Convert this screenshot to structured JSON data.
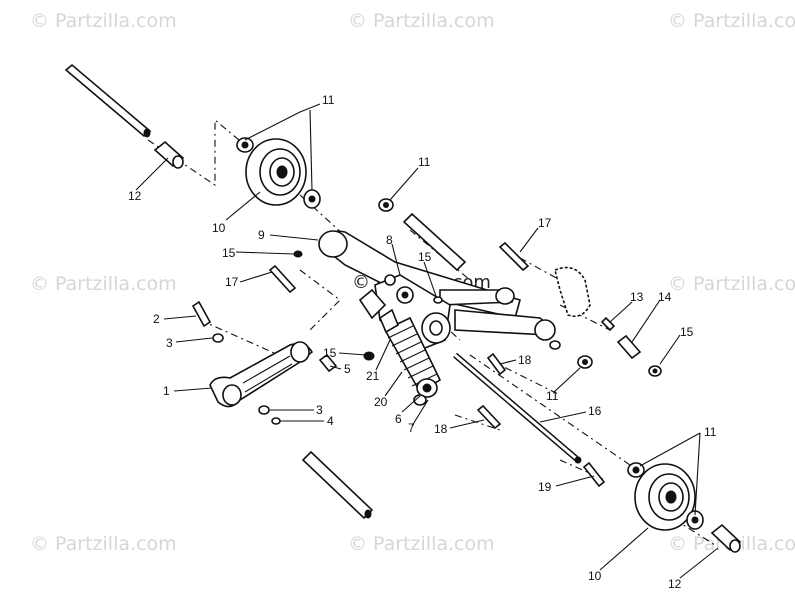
{
  "watermark": {
    "text": "© Partzilla.com",
    "text_cut": "© Partzilla.co",
    "center_text": "© Partzilla.com"
  },
  "callouts": {
    "c11a": "11",
    "c12a": "12",
    "c10a": "10",
    "c11b": "11",
    "c9": "9",
    "c15a": "15",
    "c8": "8",
    "c15b": "15",
    "c17a": "17",
    "c17b": "17",
    "c13": "13",
    "c14": "14",
    "c15c": "15",
    "c2": "2",
    "c3a": "3",
    "c1": "1",
    "c3b": "3",
    "c4": "4",
    "c15d": "15",
    "c5": "5",
    "c21": "21",
    "c20": "20",
    "c6": "6",
    "c7": "7",
    "c18a": "18",
    "c11c": "11",
    "c16": "16",
    "c18b": "18",
    "c19": "19",
    "c11d": "11",
    "c10b": "10",
    "c12b": "12"
  }
}
